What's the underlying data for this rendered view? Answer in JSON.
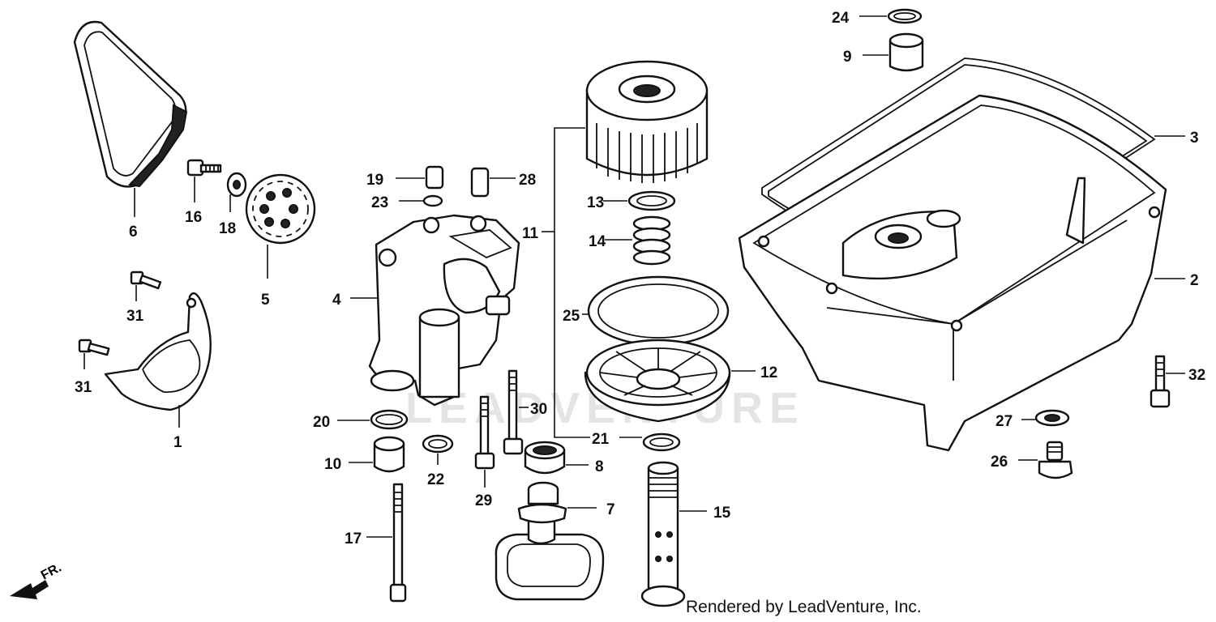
{
  "credit": "Rendered by LeadVenture, Inc.",
  "watermark": "LEADVENTURE",
  "direction_marker": "FR.",
  "callouts": {
    "c1": "1",
    "c2": "2",
    "c3": "3",
    "c4": "4",
    "c5": "5",
    "c6": "6",
    "c7": "7",
    "c8": "8",
    "c9": "9",
    "c10": "10",
    "c11": "11",
    "c12": "12",
    "c13": "13",
    "c14": "14",
    "c15": "15",
    "c16": "16",
    "c17": "17",
    "c18": "18",
    "c19": "19",
    "c20": "20",
    "c21": "21",
    "c22": "22",
    "c23": "23",
    "c24": "24",
    "c25": "25",
    "c26": "26",
    "c27": "27",
    "c28": "28",
    "c29": "29",
    "c30": "30",
    "c31a": "31",
    "c31b": "31",
    "c32": "32"
  }
}
